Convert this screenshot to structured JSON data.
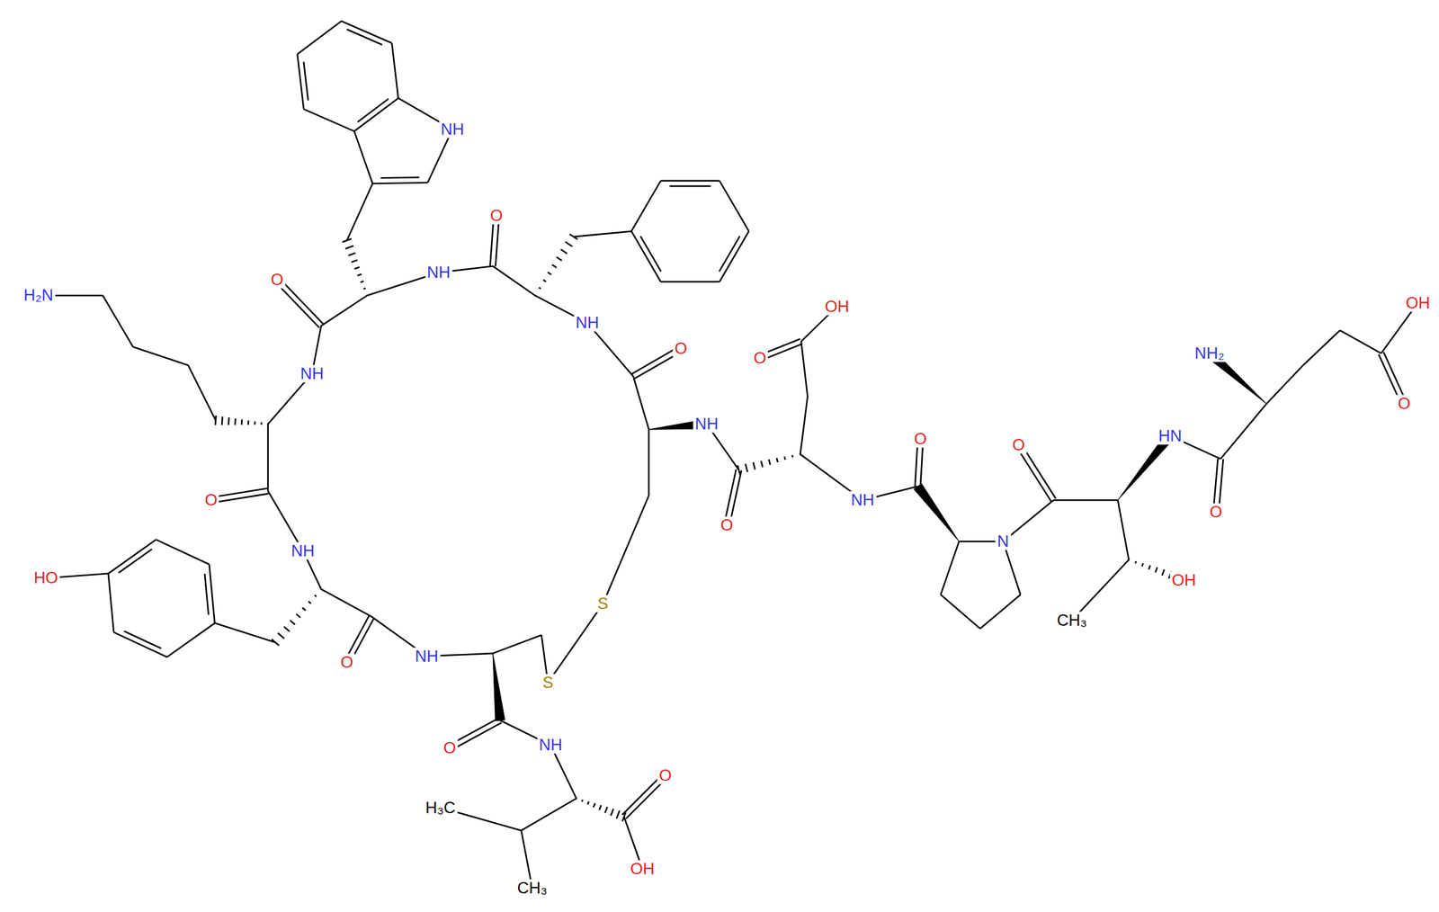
{
  "diagram": {
    "labels": [
      "NH",
      "H₂N",
      "O",
      "NH",
      "O",
      "O",
      "NH",
      "OH",
      "NH",
      "O",
      "NH",
      "O",
      "O",
      "HN",
      "NH₂",
      "OH",
      "O",
      "O",
      "O",
      "NH",
      "O",
      "N",
      "NH",
      "HO",
      "OH",
      "S",
      "CH₃",
      "O",
      "NH",
      "S",
      "O",
      "NH",
      "O",
      "H₃C",
      "OH",
      "CH₃"
    ]
  }
}
